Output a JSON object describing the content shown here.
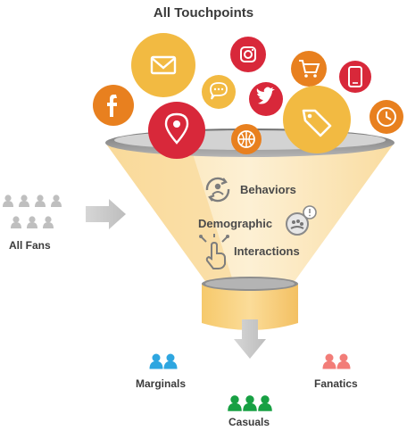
{
  "title": "All Touchpoints",
  "source": {
    "label": "All Fans"
  },
  "funnel": {
    "stages": [
      {
        "label": "Behaviors",
        "icon": "refresh-user-icon"
      },
      {
        "label": "Demographic",
        "icon": "group-alert-icon"
      },
      {
        "label": "Interactions",
        "icon": "touch-gesture-icon"
      }
    ]
  },
  "touchpoints": [
    {
      "name": "facebook-icon",
      "color": "#e8801f"
    },
    {
      "name": "mail-icon",
      "color": "#f2ba42"
    },
    {
      "name": "chat-icon",
      "color": "#f2ba42"
    },
    {
      "name": "instagram-icon",
      "color": "#d8283a"
    },
    {
      "name": "twitter-icon",
      "color": "#d8283a"
    },
    {
      "name": "cart-icon",
      "color": "#e8801f"
    },
    {
      "name": "mobile-icon",
      "color": "#d8283a"
    },
    {
      "name": "location-icon",
      "color": "#d8283a"
    },
    {
      "name": "basketball-icon",
      "color": "#e8801f"
    },
    {
      "name": "tag-icon",
      "color": "#f2ba42"
    },
    {
      "name": "clock-icon",
      "color": "#e8801f"
    }
  ],
  "segments": [
    {
      "label": "Marginals",
      "color": "#2ea6e0"
    },
    {
      "label": "Fanatics",
      "color": "#f27d78"
    },
    {
      "label": "Casuals",
      "color": "#17a043"
    }
  ],
  "colors": {
    "text": "#3b3b3b",
    "funnel_rim": "#9a9a9a",
    "funnel_fill": "#fbe6b8",
    "arrow": "#c9c9c9"
  }
}
